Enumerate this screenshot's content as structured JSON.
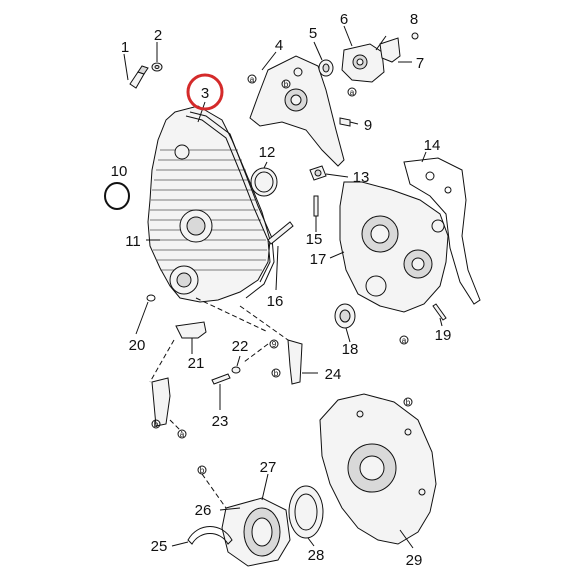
{
  "labels": {
    "p1": "1",
    "p2": "2",
    "p3": "3",
    "p4": "4",
    "p5": "5",
    "p6": "6",
    "p7": "7",
    "p8": "8",
    "p9": "9",
    "p10": "10",
    "p11": "11",
    "p12": "12",
    "p13": "13",
    "p14": "14",
    "p15": "15",
    "p16": "16",
    "p17": "17",
    "p18": "18",
    "p19": "19",
    "p20": "20",
    "p21": "21",
    "p22": "22",
    "p23": "23",
    "p24": "24",
    "p25": "25",
    "p26": "26",
    "p27": "27",
    "p28": "28",
    "p29": "29"
  },
  "refs": {
    "a": "a",
    "b": "b",
    "nine": "9"
  },
  "colors": {
    "highlight": "#d42a2a",
    "line": "#111111"
  }
}
